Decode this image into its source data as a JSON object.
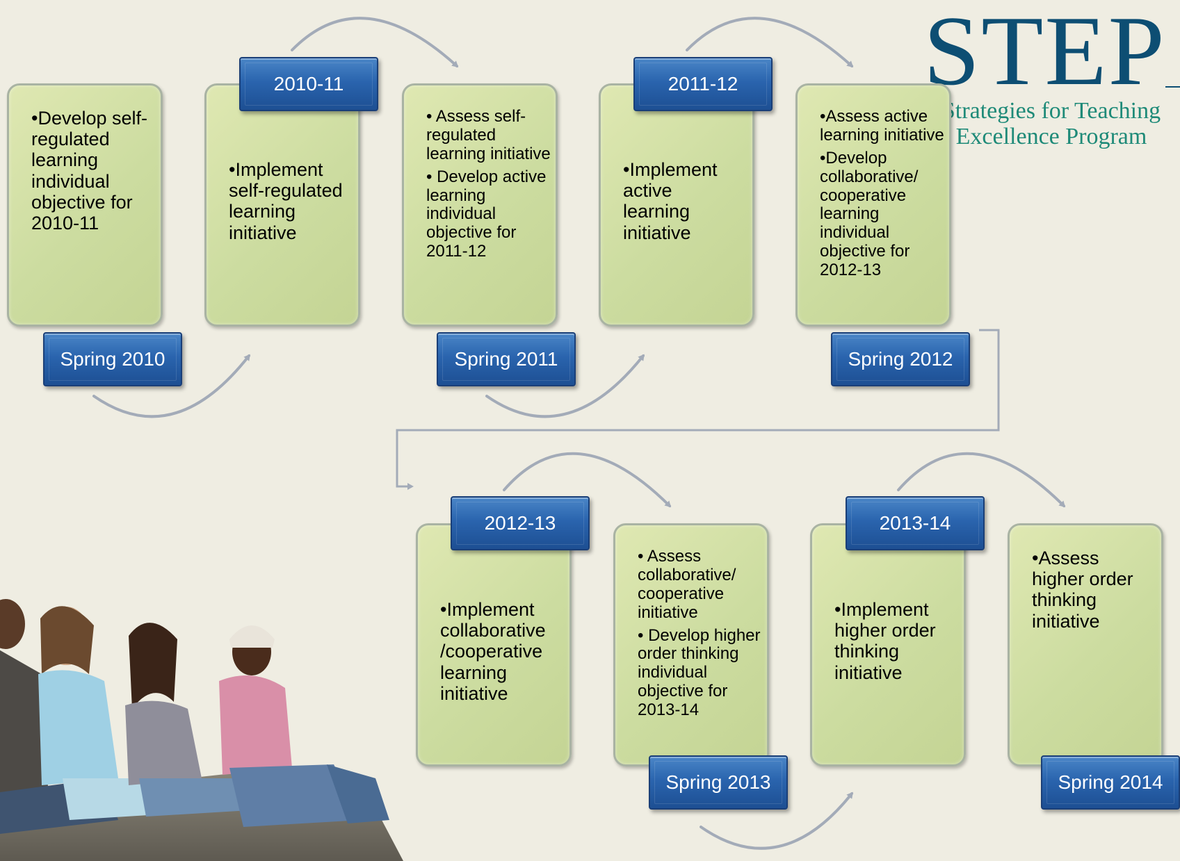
{
  "logo": {
    "word": "STEP",
    "tagline_line1": "Strategies for Teaching",
    "tagline_line2": "Excellence Program"
  },
  "photo": {
    "icon": "students-sitting-photo"
  },
  "row1": {
    "cards": [
      {
        "lines": [
          "•Develop self-regulated learning individual objective for 2010-11"
        ]
      },
      {
        "lines": [
          "•Implement self-regulated learning initiative"
        ]
      },
      {
        "lines": [
          "• Assess self-regulated learning initiative",
          "• Develop active learning individual objective for 2011-12"
        ]
      },
      {
        "lines": [
          "•Implement active learning initiative"
        ]
      },
      {
        "lines": [
          "•Assess active learning initiative",
          "•Develop collaborative/ cooperative learning individual objective for 2012-13"
        ]
      }
    ],
    "tags": [
      "2010-11",
      "Spring 2010",
      "Spring 2011",
      "2011-12",
      "Spring 2012"
    ]
  },
  "row2": {
    "cards": [
      {
        "lines": [
          "•Implement collaborative /cooperative learning initiative"
        ]
      },
      {
        "lines": [
          "• Assess collaborative/ cooperative initiative",
          "• Develop higher order thinking individual objective for 2013-14"
        ]
      },
      {
        "lines": [
          "•Implement higher order thinking initiative"
        ]
      },
      {
        "lines": [
          "•Assess higher order thinking initiative"
        ]
      }
    ],
    "tags": [
      "2012-13",
      "Spring 2013",
      "2013-14",
      "Spring 2014"
    ]
  },
  "colors": {
    "card_fill": "#cfdda2",
    "tag_fill": "#2a64ae",
    "logo_navy": "#0d4e73",
    "logo_teal": "#1e8a78",
    "background": "#efede2"
  }
}
